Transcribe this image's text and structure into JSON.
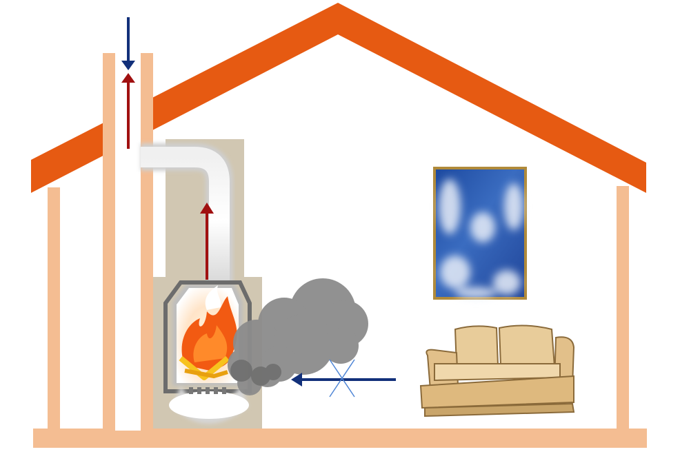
{
  "diagram": {
    "colors": {
      "roof": "#e65a12",
      "wall": "#f4bd92",
      "flue": "#ffffff",
      "masonry": "#c9bda4",
      "stove_outline": "#a0a0a0",
      "flame_orange": "#f25a12",
      "flame_yellow": "#f7c21e",
      "smoke": "#8c8c8c",
      "warm_arrow": "#a01010",
      "cold_arrow": "#12307a",
      "cross": "#4f86d6",
      "sky": "#2a55a8",
      "frame": "#b08a3a",
      "sofa": "#e8cc9a"
    },
    "elements": [
      "house-roof",
      "house-wall-left",
      "house-wall-right",
      "house-floor",
      "chimney",
      "flue-pipe",
      "masonry-surround",
      "wood-stove",
      "fire-flames",
      "smoke-cloud",
      "window-sky",
      "sofa"
    ],
    "arrows": [
      {
        "name": "chimney-downdraft-arrow",
        "direction": "down",
        "color": "cold"
      },
      {
        "name": "chimney-updraft-arrow",
        "direction": "up",
        "color": "warm"
      },
      {
        "name": "flue-updraft-arrow",
        "direction": "up",
        "color": "warm"
      },
      {
        "name": "room-air-arrow",
        "direction": "left",
        "color": "cold",
        "crossed": true
      }
    ]
  }
}
